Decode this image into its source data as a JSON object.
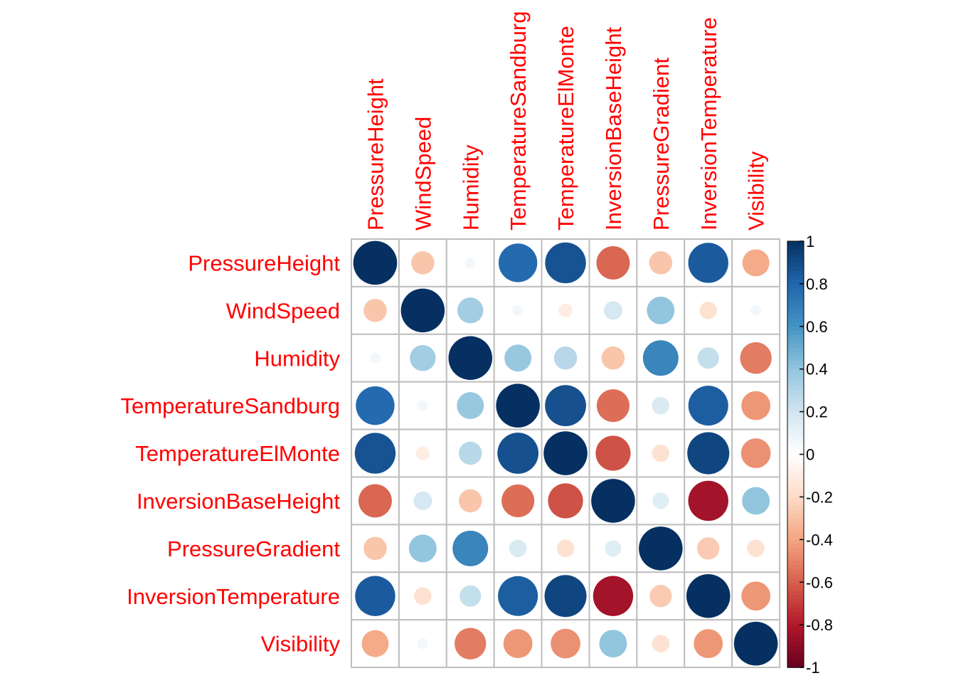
{
  "chart_data": {
    "type": "heatmap",
    "style": "circle correlation matrix",
    "variables": [
      "PressureHeight",
      "WindSpeed",
      "Humidity",
      "TemperatureSandburg",
      "TemperatureElMonte",
      "InversionBaseHeight",
      "PressureGradient",
      "InversionTemperature",
      "Visibility"
    ],
    "matrix": [
      [
        1.0,
        -0.28,
        0.06,
        0.78,
        0.87,
        -0.58,
        -0.28,
        0.84,
        -0.38
      ],
      [
        -0.28,
        1.0,
        0.35,
        0.06,
        -0.1,
        0.18,
        0.4,
        -0.16,
        0.06
      ],
      [
        0.06,
        0.35,
        1.0,
        0.38,
        0.28,
        -0.28,
        0.66,
        0.24,
        -0.52
      ],
      [
        0.78,
        0.06,
        0.38,
        1.0,
        0.88,
        -0.56,
        0.16,
        0.83,
        -0.44
      ],
      [
        0.87,
        -0.1,
        0.28,
        0.88,
        1.0,
        -0.64,
        -0.16,
        0.92,
        -0.46
      ],
      [
        -0.58,
        0.18,
        -0.28,
        -0.56,
        -0.64,
        1.0,
        0.14,
        -0.84,
        0.4
      ],
      [
        -0.28,
        0.4,
        0.66,
        0.16,
        -0.16,
        0.14,
        1.0,
        -0.26,
        -0.16
      ],
      [
        0.84,
        -0.16,
        0.24,
        0.83,
        0.92,
        -0.84,
        -0.26,
        1.0,
        -0.44
      ],
      [
        -0.38,
        0.06,
        -0.52,
        -0.44,
        -0.46,
        0.4,
        -0.16,
        -0.44,
        1.0
      ]
    ],
    "colorbar": {
      "min": -1,
      "max": 1,
      "ticks": [
        1,
        0.8,
        0.6,
        0.4,
        0.2,
        0,
        -0.2,
        -0.4,
        -0.6,
        -0.8,
        -1
      ],
      "tick_labels": [
        "1",
        "0.8",
        "0.6",
        "0.4",
        "0.2",
        "0",
        "-0.2",
        "-0.4",
        "-0.6",
        "-0.8",
        "-1"
      ]
    },
    "colors": {
      "label": "#ff0000",
      "grid": "#bebebe",
      "palette": [
        "#67001F",
        "#B2182B",
        "#D6604D",
        "#F4A582",
        "#FDDBC7",
        "#FFFFFF",
        "#D1E5F0",
        "#92C5DE",
        "#4393C3",
        "#2166AC",
        "#053061"
      ]
    },
    "grid": true,
    "legend": "right"
  }
}
